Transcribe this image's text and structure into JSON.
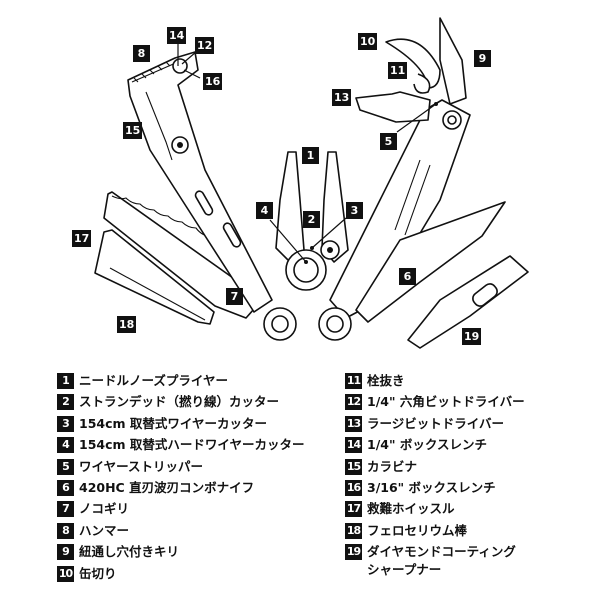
{
  "diagram": {
    "description": "Exploded line drawing of a multi-tool with numbered callouts",
    "callouts": [
      "1",
      "2",
      "3",
      "4",
      "5",
      "6",
      "7",
      "8",
      "9",
      "10",
      "11",
      "12",
      "13",
      "14",
      "15",
      "16",
      "17",
      "18",
      "19"
    ]
  },
  "legend": {
    "left": [
      {
        "num": "1",
        "label": "ニードルノーズプライヤー"
      },
      {
        "num": "2",
        "label": "ストランデッド（撚り線）カッター"
      },
      {
        "num": "3",
        "label": "154cm 取替式ワイヤーカッター"
      },
      {
        "num": "4",
        "label": "154cm 取替式ハードワイヤーカッター"
      },
      {
        "num": "5",
        "label": "ワイヤーストリッパー"
      },
      {
        "num": "6",
        "label": "420HC 直刃波刃コンボナイフ"
      },
      {
        "num": "7",
        "label": "ノコギリ"
      },
      {
        "num": "8",
        "label": "ハンマー"
      },
      {
        "num": "9",
        "label": "紐通し穴付きキリ"
      },
      {
        "num": "10",
        "label": "缶切り"
      }
    ],
    "right": [
      {
        "num": "11",
        "label": "栓抜き"
      },
      {
        "num": "12",
        "label": "1/4\" 六角ビットドライバー"
      },
      {
        "num": "13",
        "label": "ラージビットドライバー"
      },
      {
        "num": "14",
        "label": "1/4\" ボックスレンチ"
      },
      {
        "num": "15",
        "label": "カラビナ"
      },
      {
        "num": "16",
        "label": "3/16\" ボックスレンチ"
      },
      {
        "num": "17",
        "label": "救難ホイッスル"
      },
      {
        "num": "18",
        "label": "フェロセリウム棒"
      },
      {
        "num": "19",
        "label": "ダイヤモンドコーティング",
        "label2": "シャープナー"
      }
    ]
  }
}
